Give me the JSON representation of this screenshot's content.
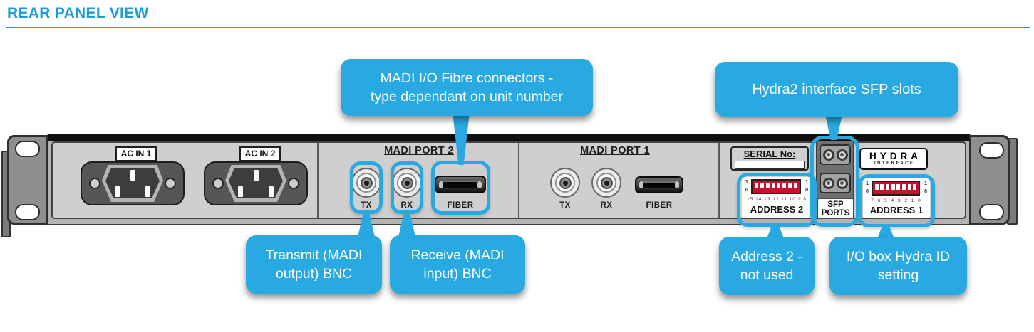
{
  "page": {
    "title": "REAR PANEL VIEW"
  },
  "colors": {
    "accent_blue": "#1d9cd9",
    "callout_blue": "#29a9e1",
    "dip_red": "#c8102e"
  },
  "callouts": {
    "fibre": {
      "line1": "MADI I/O Fibre connectors -",
      "line2": "type dependant on unit number"
    },
    "sfp_slots": {
      "line1": "Hydra2 interface SFP slots"
    },
    "transmit": {
      "line1": "Transmit (MADI",
      "line2": "output) BNC"
    },
    "receive": {
      "line1": "Receive (MADI",
      "line2": "input) BNC"
    },
    "address2": {
      "line1": "Address 2 -",
      "line2": "not used"
    },
    "hydra_id": {
      "line1": "I/O box Hydra ID",
      "line2": "setting"
    }
  },
  "panel": {
    "ac_inlets": [
      {
        "label": "AC IN 1"
      },
      {
        "label": "AC IN 2"
      }
    ],
    "madi_port_2": {
      "title": "MADI PORT 2",
      "tx_label": "TX",
      "rx_label": "RX",
      "fiber_label": "FIBER"
    },
    "madi_port_1": {
      "title": "MADI PORT 1",
      "tx_label": "TX",
      "rx_label": "RX",
      "fiber_label": "FIBER"
    },
    "serial": {
      "label": "SERIAL No:"
    },
    "address_2": {
      "label": "ADDRESS 2",
      "bit_numbers": "15 14 13 12 11 10 9 8",
      "on_mark": "1",
      "off_mark": "0"
    },
    "address_1": {
      "label": "ADDRESS 1",
      "bit_numbers": "7 6 5 4 3 2 1 0",
      "on_mark": "1",
      "off_mark": "0"
    },
    "sfp_ports": {
      "line1": "SFP",
      "line2": "PORTS"
    },
    "hydra_logo": {
      "line1": "HYDRA",
      "line2": "INTERFACE"
    }
  }
}
